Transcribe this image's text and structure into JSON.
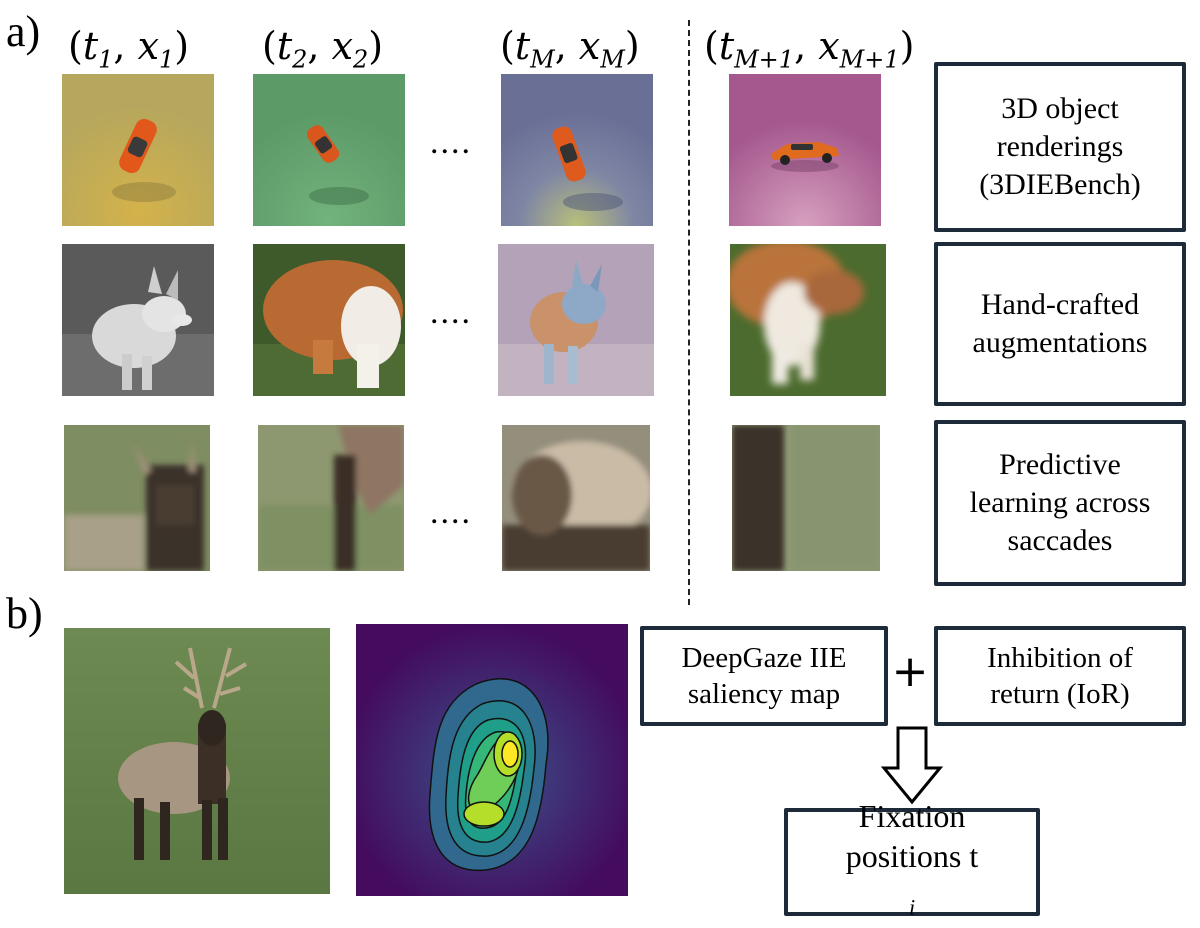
{
  "panels": {
    "a_label": "a)",
    "b_label": "b)"
  },
  "columns": [
    {
      "t": "t",
      "ts": "1",
      "x": "x",
      "xs": "1"
    },
    {
      "t": "t",
      "ts": "2",
      "x": "x",
      "xs": "2"
    },
    {
      "t": "t",
      "ts": "M",
      "x": "x",
      "xs": "M"
    },
    {
      "t": "t",
      "ts": "M+1",
      "x": "x",
      "xs": "M+1"
    }
  ],
  "ellipsis": "....",
  "rows": [
    {
      "label_lines": [
        "3D object",
        "renderings",
        "(3DIEBench)"
      ]
    },
    {
      "label_lines": [
        "Hand-crafted",
        "augmentations"
      ]
    },
    {
      "label_lines": [
        "Predictive",
        "learning across",
        "saccades"
      ]
    }
  ],
  "panel_b": {
    "saliency_box_lines": [
      "DeepGaze IIE",
      "saliency map"
    ],
    "plus": "+",
    "ior_box_lines": [
      "Inhibition of",
      "return (IoR)"
    ],
    "fixation_lines": [
      "Fixation",
      "positions t"
    ],
    "fixation_sub": "i"
  },
  "colors": {
    "box_border": "#1d2a3a",
    "viridis_bg": "#440b5e"
  }
}
